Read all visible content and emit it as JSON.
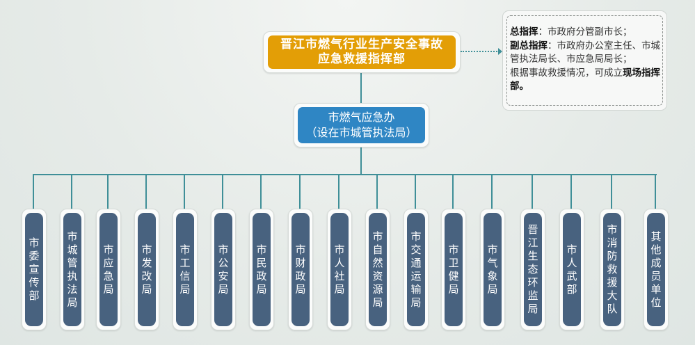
{
  "headquarters": {
    "line1": "晋江市燃气行业生产安全事故",
    "line2": "应急救援指挥部",
    "color": "#e39e06"
  },
  "office": {
    "line1": "市燃气应急办",
    "line2": "（设在市城管执法局）",
    "color": "#2f86c4"
  },
  "note": {
    "commander_label": "总指挥",
    "commander_text": "：市政府分管副市长；",
    "deputy_label": "副总指挥",
    "deputy_text": "：市政府办公室主任、市城管执法局长、市应急局局长；",
    "extra_text": "根据事故救援情况，可成立",
    "extra_bold": "现场指挥部。"
  },
  "departments": [
    "市委宣传部",
    "市城管执法局",
    "市应急局",
    "市发改局",
    "市工信局",
    "市公安局",
    "市民政局",
    "市财政局",
    "市人社局",
    "市自然资源局",
    "市交通运输局",
    "市卫健局",
    "市气象局",
    "晋江生态环监局",
    "市人武部",
    "市消防救援大队",
    "其他成员单位"
  ],
  "colors": {
    "department": "#48627f",
    "connector": "#3f8f98"
  }
}
